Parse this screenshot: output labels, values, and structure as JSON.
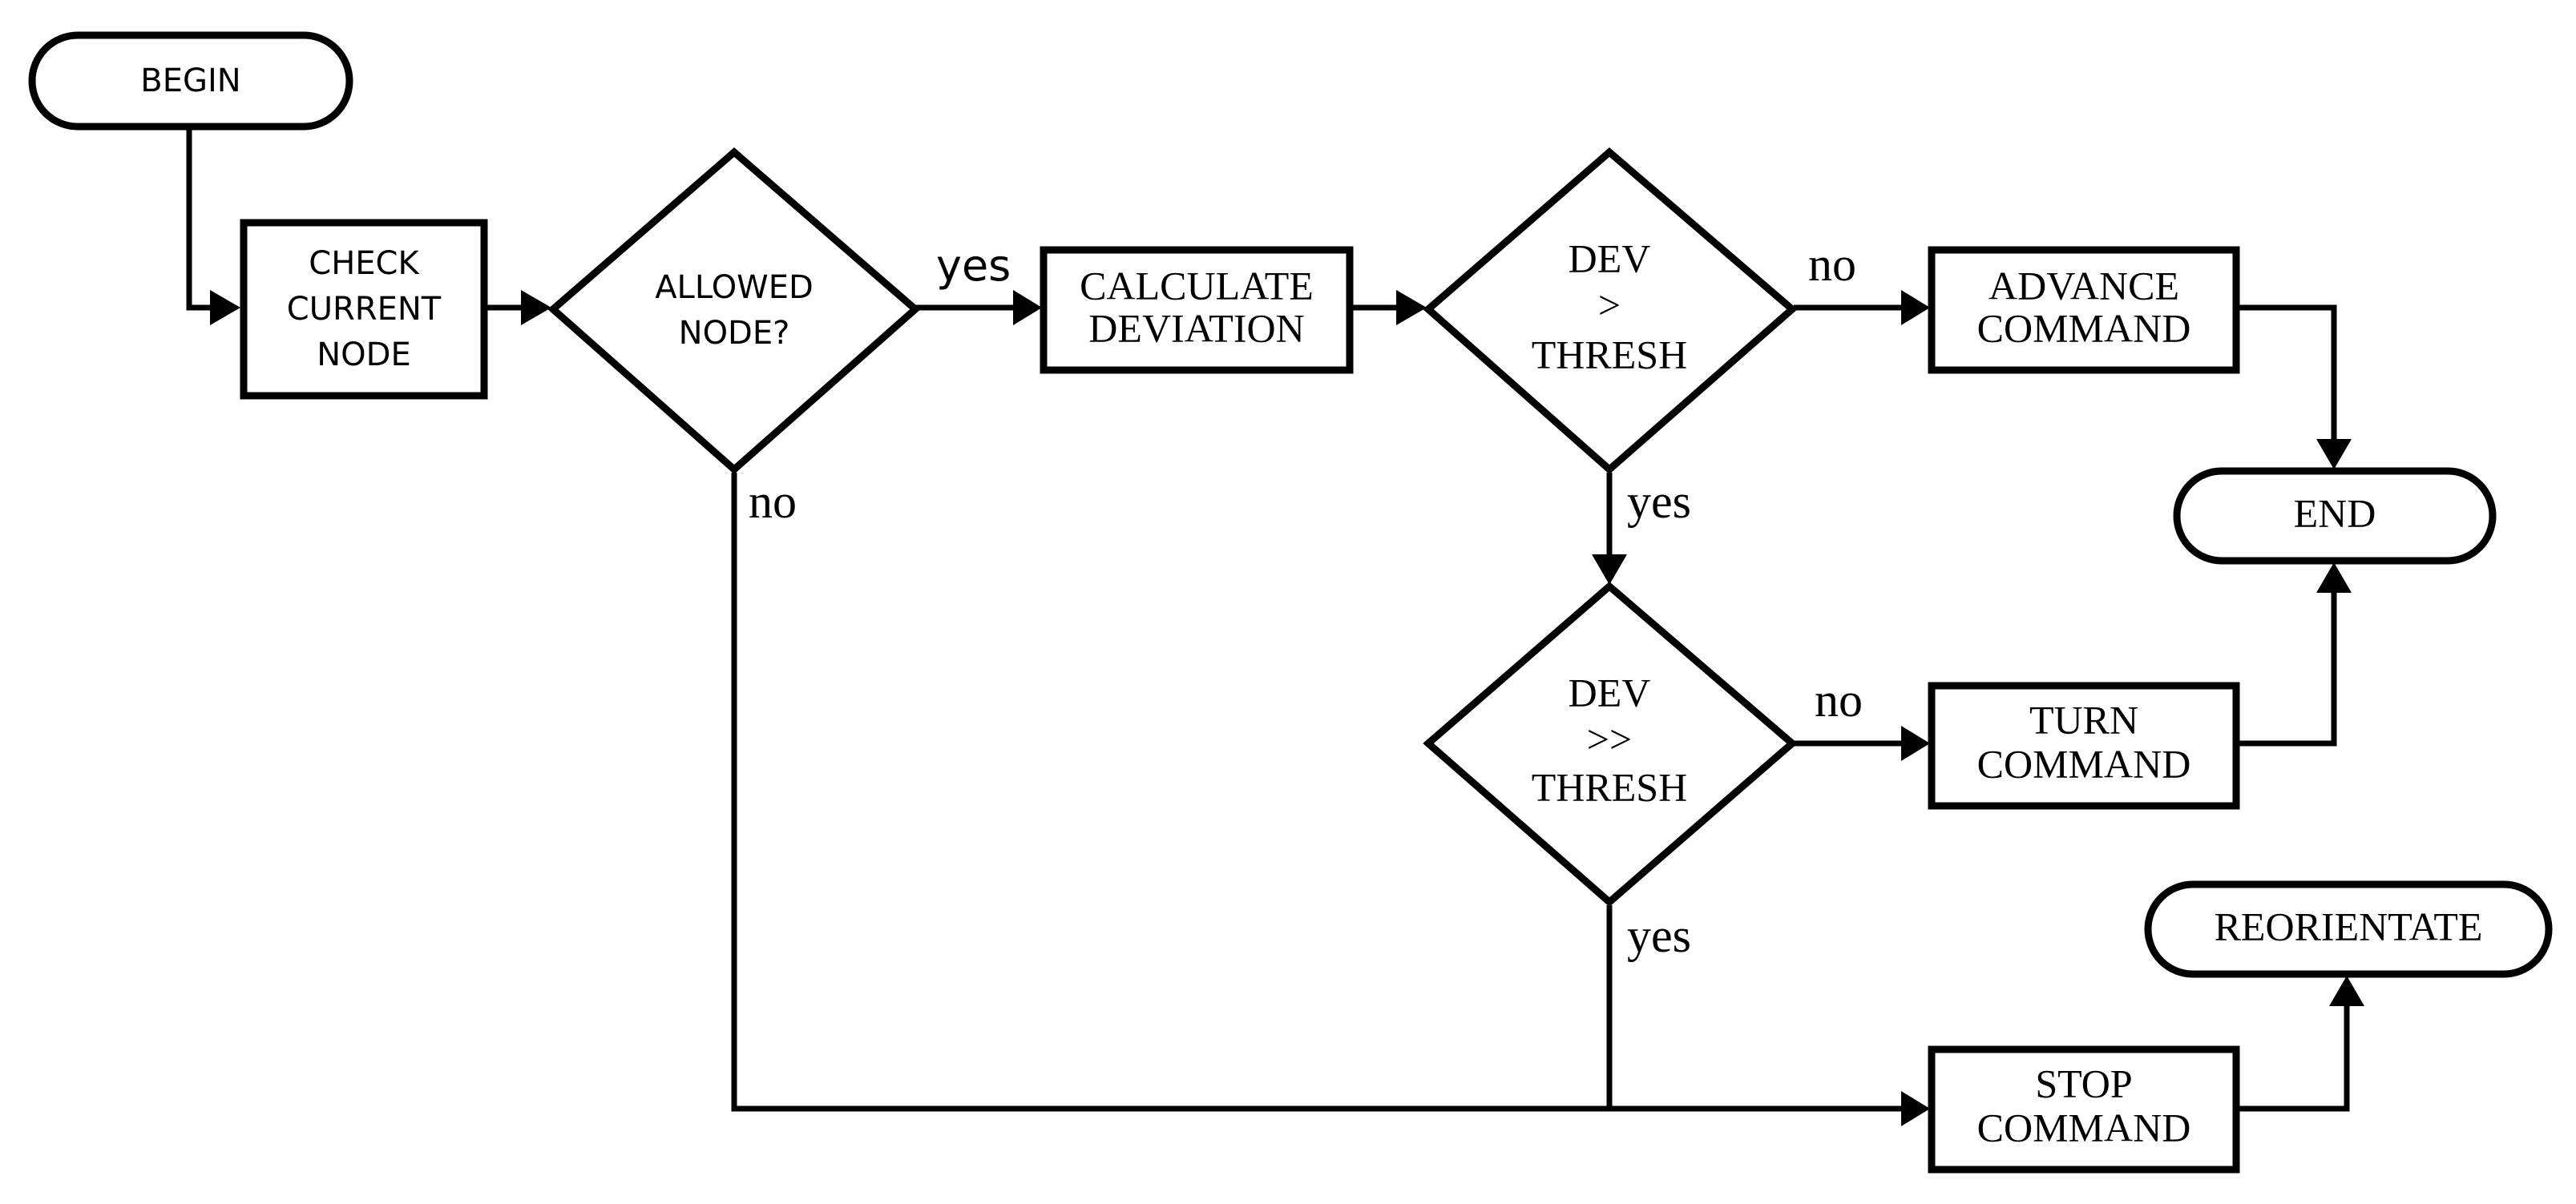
{
  "flowchart": {
    "begin": "BEGIN",
    "check_node": [
      "CHECK",
      "CURRENT",
      "NODE"
    ],
    "allowed_node": [
      "ALLOWED",
      "NODE?"
    ],
    "calculate_deviation": [
      "CALCULATE",
      "DEVIATION"
    ],
    "dev_gt_thresh": [
      "DEV",
      ">",
      "THRESH"
    ],
    "advance_command": [
      "ADVANCE",
      "COMMAND"
    ],
    "end": "END",
    "dev_gtgt_thresh": [
      "DEV",
      ">>",
      "THRESH"
    ],
    "turn_command": [
      "TURN",
      "COMMAND"
    ],
    "reorientate": "REORIENTATE",
    "stop_command": [
      "STOP",
      "COMMAND"
    ]
  },
  "edge_labels": {
    "allowed_yes": "yes",
    "allowed_no": "no",
    "dev_gt_no": "no",
    "dev_gt_yes": "yes",
    "dev_gtgt_no": "no",
    "dev_gtgt_yes": "yes"
  }
}
